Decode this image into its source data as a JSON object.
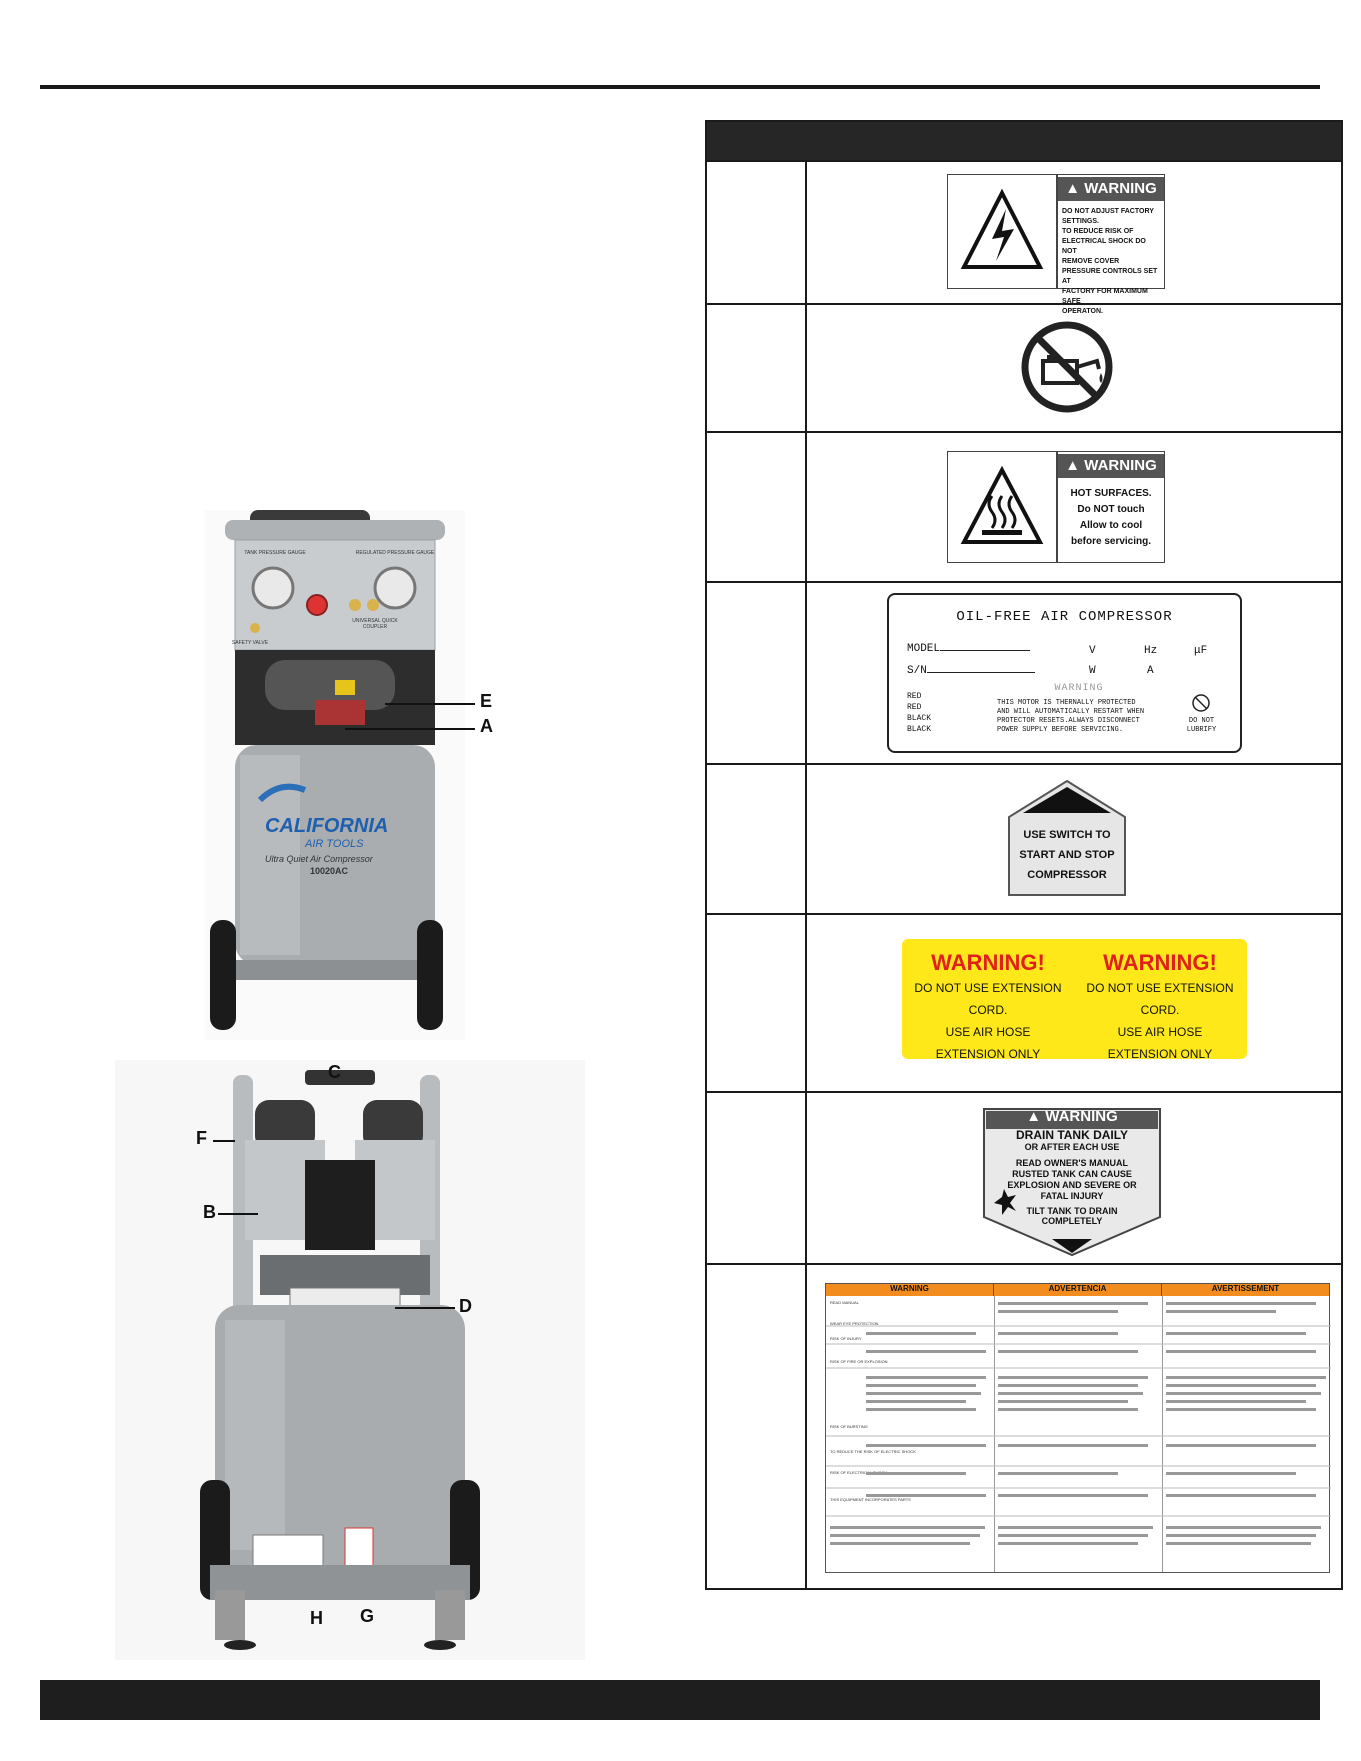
{
  "photos": {
    "callouts_top": [
      "E",
      "A"
    ],
    "callouts_bottom": [
      "C",
      "F",
      "B",
      "D",
      "H",
      "G"
    ],
    "brand_text": "CALIFORNIA",
    "brand_sub": "AIR TOOLS",
    "product_line": "Ultra Quiet Air Compressor",
    "model_badge": "10020AC",
    "gauge_left": "TANK PRESSURE GAUGE",
    "gauge_right": "REGULATED PRESSURE GAUGE",
    "valve_label": "SAFETY VALVE",
    "coupler_label": "UNIVERSAL QUICK COUPLER"
  },
  "labels": {
    "row1": {
      "header": "WARNING",
      "lines": [
        "DO NOT ADJUST FACTORY",
        "SETTINGS.",
        "TO REDUCE RISK OF",
        "ELECTRICAL SHOCK DO NOT",
        "REMOVE COVER",
        "PRESSURE CONTROLS SET AT",
        "FACTORY FOR MAXIMUM SAFE",
        "OPERATON."
      ]
    },
    "row3": {
      "header": "WARNING",
      "lines": [
        "HOT SURFACES.",
        "Do NOT touch",
        "Allow to cool",
        "before servicing."
      ]
    },
    "row4": {
      "title": "OIL-FREE AIR COMPRESSOR",
      "model_label": "MODEL",
      "sn_label": "S/N",
      "v": "V",
      "hz": "Hz",
      "uf": "μF",
      "w": "W",
      "a": "A",
      "wires": [
        "RED",
        "RED",
        "BLACK",
        "BLACK"
      ],
      "warning": "WARNING",
      "notice": [
        "THIS MOTOR IS THERNALLY PROTECTED",
        "AND WILL AUTOMATICALLY RESTART WHEN",
        "PROTECTOR RESETS.ALWAYS DISCONNECT",
        "POWER SUPPLY BEFORE SERVICING."
      ],
      "no_lube": [
        "DO NOT",
        "LUBRIFY"
      ]
    },
    "row5": {
      "lines": [
        "USE SWITCH TO",
        "START AND STOP",
        "COMPRESSOR"
      ]
    },
    "row6": {
      "left": {
        "title": "WARNING!",
        "lines": [
          "DO NOT USE EXTENSION CORD.",
          "USE AIR HOSE",
          "EXTENSION ONLY"
        ]
      },
      "right": {
        "title": "WARNING!",
        "lines": [
          "DO NOT USE EXTENSION CORD.",
          "USE AIR HOSE",
          "EXTENSION ONLY"
        ]
      }
    },
    "row7": {
      "header": "WARNING",
      "lines": [
        "DRAIN TANK DAILY",
        "OR AFTER EACH USE",
        "READ OWNER'S MANUAL",
        "RUSTED TANK CAN CAUSE",
        "EXPLOSION AND SEVERE OR",
        "FATAL INJURY",
        "TILT TANK TO DRAIN",
        "COMPLETELY"
      ]
    },
    "row8": {
      "headers": [
        "WARNING",
        "ADVERTENCIA",
        "AVERTISSEMENT"
      ],
      "rows": [
        "READ MANUAL",
        "WEAR EYE PROTECTION",
        "RISK OF INJURY",
        "RISK OF FIRE OR EXPLOSION",
        "RISK OF BURSTING",
        "TO REDUCE THE RISK OF ELECTRIC SHOCK",
        "RISK OF ELECTRICAL SHOCK",
        "THIS EQUIPMENT INCORPORATES PARTS"
      ]
    }
  },
  "colors": {
    "dark": "#1e1e1e",
    "warning_yellow": "#ffe81a",
    "warning_red": "#e0201c",
    "orange_header": "#f28c1e",
    "label_gray": "#555555"
  }
}
